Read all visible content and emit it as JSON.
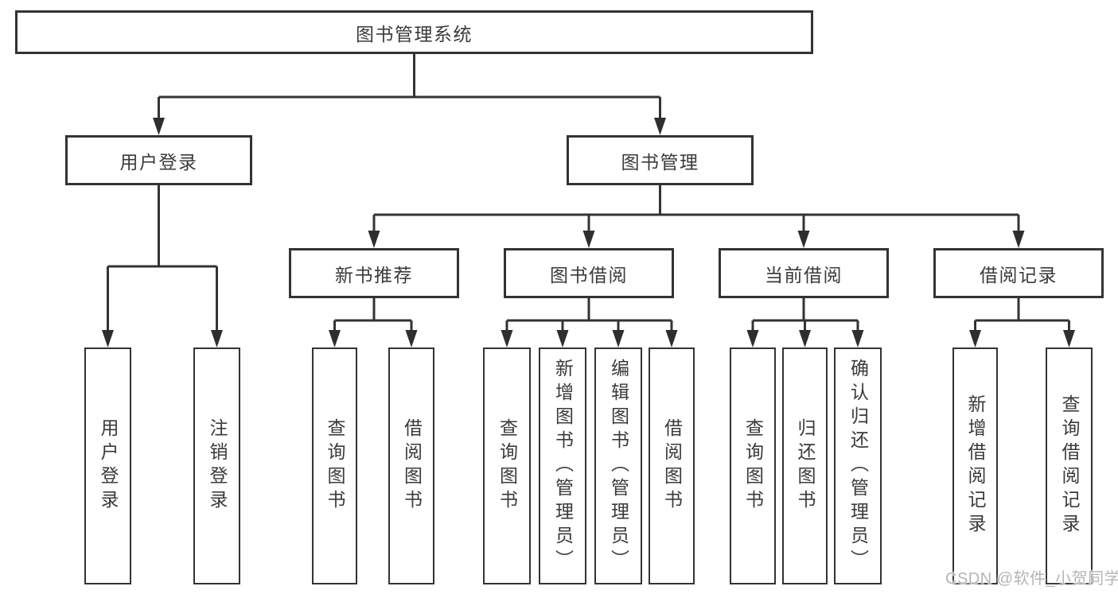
{
  "diagram": {
    "root": {
      "label": "图书管理系统"
    },
    "branches": [
      {
        "label": "用户登录",
        "children": [
          {
            "label": "用户登录"
          },
          {
            "label": "注销登录"
          }
        ]
      },
      {
        "label": "图书管理",
        "children": [
          {
            "label": "新书推荐",
            "children": [
              {
                "label": "查询图书"
              },
              {
                "label": "借阅图书"
              }
            ]
          },
          {
            "label": "图书借阅",
            "children": [
              {
                "label": "查询图书"
              },
              {
                "label": "新增图书（管理员）"
              },
              {
                "label": "编辑图书（管理员）"
              },
              {
                "label": "借阅图书"
              }
            ]
          },
          {
            "label": "当前借阅",
            "children": [
              {
                "label": "查询图书"
              },
              {
                "label": "归还图书"
              },
              {
                "label": "确认归还（管理员）"
              }
            ]
          },
          {
            "label": "借阅记录",
            "children": [
              {
                "label": "新增借阅记录"
              },
              {
                "label": "查询借阅记录"
              }
            ]
          }
        ]
      }
    ]
  },
  "watermark": {
    "text": "CSDN @软件_小贺同学"
  },
  "colors": {
    "line": "#333333",
    "box_border": "#333333",
    "text": "#3a3a3a",
    "watermark": "#b5b5b5",
    "background": "#ffffff"
  }
}
